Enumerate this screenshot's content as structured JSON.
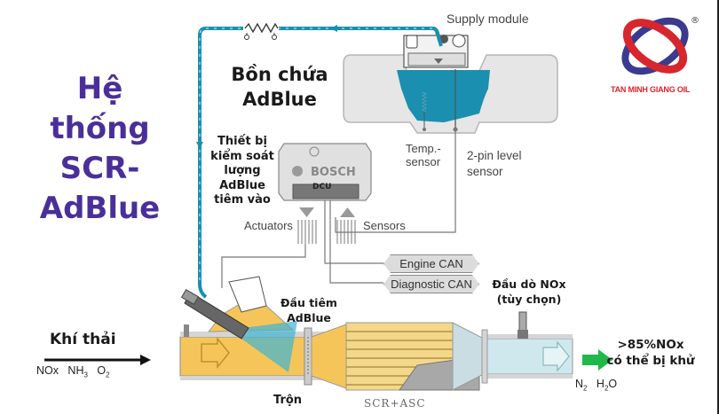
{
  "title": {
    "lines": [
      "Hệ",
      "thống",
      "SCR-",
      "AdBlue"
    ]
  },
  "logo": {
    "brand": "TAN MINH GIANG OIL",
    "registered_mark": "®",
    "colors": {
      "red": "#d8262e",
      "blue": "#3b3a8f"
    }
  },
  "labels": {
    "tank": [
      "Bồn chứa",
      "AdBlue"
    ],
    "supply_module": "Supply module",
    "temp_sensor": [
      "Temp.-",
      "sensor"
    ],
    "level_sensor": [
      "2-pin level",
      "sensor"
    ],
    "dcu_description": [
      "Thiết bị",
      "kiểm soát",
      "lượng",
      "AdBlue",
      "tiêm vào"
    ],
    "dcu_brand": "BOSCH",
    "dcu_model": "DCU",
    "actuators": "Actuators",
    "sensors": "Sensors",
    "engine_can": "Engine CAN",
    "diagnostic_can": "Diagnostic CAN",
    "nox_sensor": [
      "Đầu dò NOx",
      "(tùy chọn)"
    ],
    "injector": [
      "Đầu tiêm",
      "AdBlue"
    ],
    "exhaust": "Khí thải",
    "gases_in": {
      "nox": "NOx",
      "nh": "NH",
      "nh_sub": "3",
      "o": "O",
      "o_sub": "2"
    },
    "mixer": "Trộn",
    "catalyst": "SCR+ASC",
    "result": [
      ">85%NOx",
      "có thể bị khử"
    ],
    "gases_out": {
      "n": "N",
      "n_sub": "2",
      "h": "H",
      "h_sub": "2",
      "o": "O"
    }
  },
  "colors": {
    "title": "#4a2f9a",
    "adblue": "#1a8fb0",
    "exhaust_hot": "#f6c55a",
    "exhaust_clean": "#cfe8ee",
    "output_arrow": "#1fb84a"
  }
}
